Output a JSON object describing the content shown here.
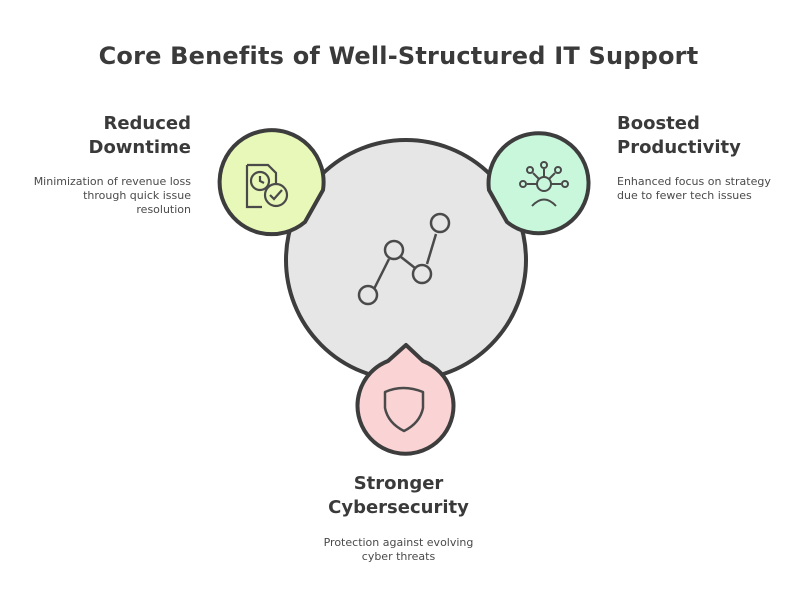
{
  "title": "Core Benefits of Well-Structured IT Support",
  "colors": {
    "center": "#e6e6e6",
    "outline": "#3d3d3d",
    "left_node": "#e8f8b8",
    "right_node": "#c8f7dc",
    "bottom_node": "#fad4d4"
  },
  "center": {
    "icon": "line-graph-icon"
  },
  "nodes": {
    "left": {
      "icon": "document-clock-check-icon",
      "title_lines": [
        "Reduced",
        "Downtime"
      ],
      "desc_lines": [
        "Minimization of revenue loss",
        "through quick issue",
        "resolution"
      ]
    },
    "right": {
      "icon": "person-network-icon",
      "title_lines": [
        "Boosted",
        "Productivity"
      ],
      "desc_lines": [
        "Enhanced focus on strategy",
        "due to fewer tech issues"
      ]
    },
    "bottom": {
      "icon": "shield-icon",
      "title_lines": [
        "Stronger",
        "Cybersecurity"
      ],
      "desc_lines": [
        "Protection against evolving",
        "cyber threats"
      ]
    }
  }
}
